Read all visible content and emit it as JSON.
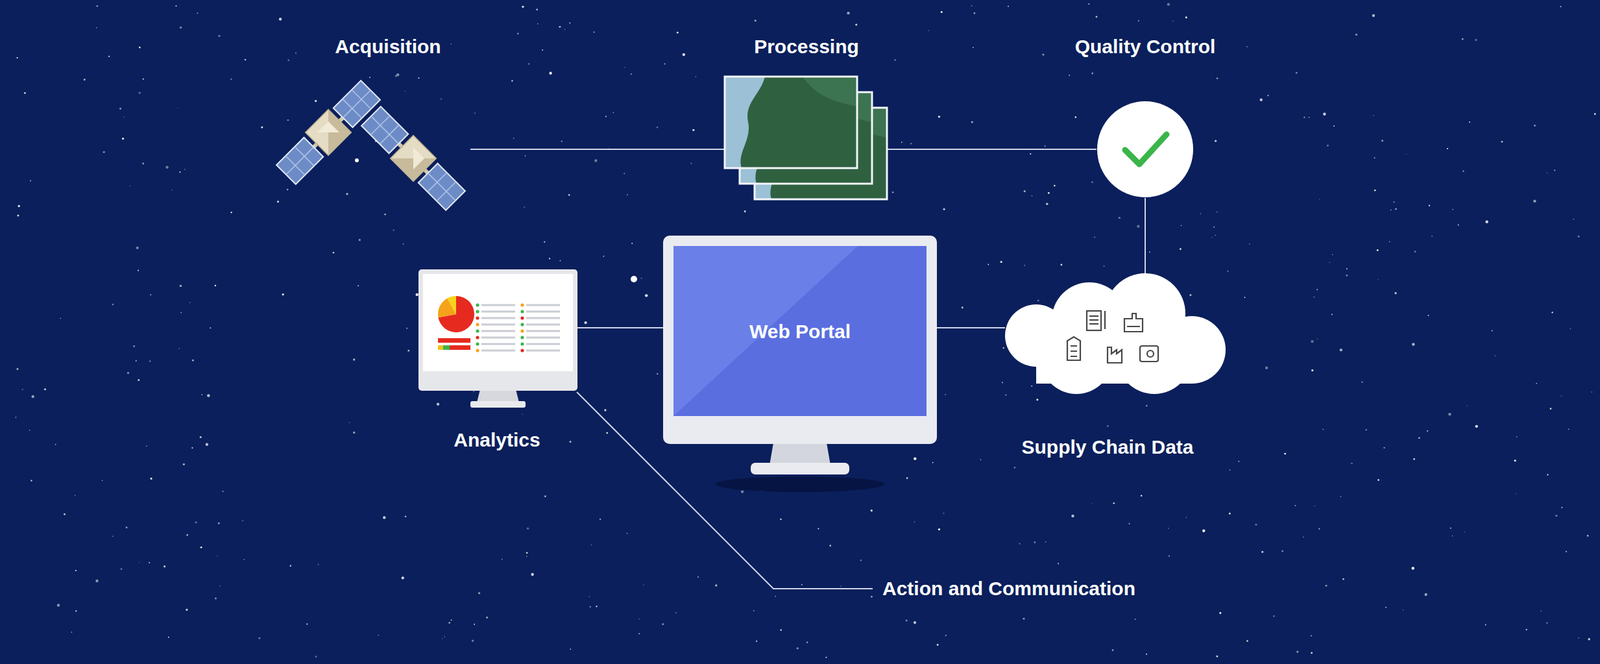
{
  "diagram": {
    "nodes": [
      {
        "text": [
          "Acquisition"
        ]
      },
      {
        "text": [
          "Processing"
        ]
      },
      {
        "text": [
          "Quality Control"
        ]
      },
      {
        "text": [
          "Analytics"
        ]
      },
      {
        "text": [
          "Web Portal"
        ]
      },
      {
        "text": [
          "Supply Chain Data"
        ]
      }
    ],
    "edges": [
      {
        "from": 0,
        "to": 1,
        "arrow": "none"
      },
      {
        "from": 1,
        "to": 2,
        "arrow": "none"
      },
      {
        "from": 2,
        "to": 5,
        "arrow": "none"
      },
      {
        "from": 3,
        "to": 4,
        "arrow": "none"
      },
      {
        "from": 4,
        "to": 5,
        "arrow": "none"
      }
    ],
    "labels": [
      "Action and Communication"
    ]
  }
}
